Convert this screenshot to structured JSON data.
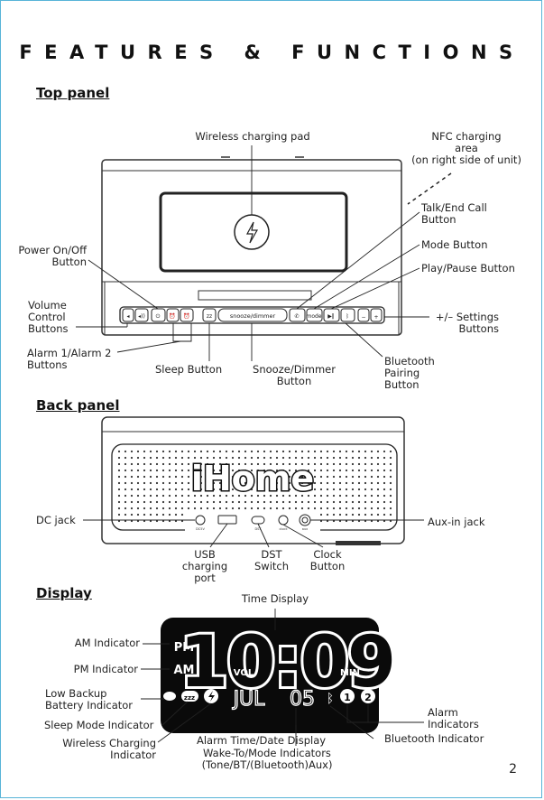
{
  "page": {
    "title": "FEATURES & FUNCTIONS",
    "page_number": "2"
  },
  "top_panel": {
    "heading": "Top panel",
    "labels": {
      "wireless_charging_pad": "Wireless charging pad",
      "nfc_line1": "NFC charging",
      "nfc_line2": "area",
      "nfc_line3": "(on right side of unit)",
      "talk_end_line1": "Talk/End Call",
      "talk_end_line2": "Button",
      "mode_button": "Mode Button",
      "play_pause": "Play/Pause Button",
      "settings_line1": "+/– Settings",
      "settings_line2": "Buttons",
      "bluetooth_line1": "Bluetooth",
      "bluetooth_line2": "Pairing",
      "bluetooth_line3": "Button",
      "snooze_line1": "Snooze/Dimmer",
      "snooze_line2": "Button",
      "sleep_button": "Sleep Button",
      "alarm_line1": "Alarm 1/Alarm 2",
      "alarm_line2": "Buttons",
      "volume_line1": "Volume",
      "volume_line2": "Control",
      "volume_line3": "Buttons",
      "power_line1": "Power On/Off",
      "power_line2": "Button",
      "snooze_bar_text": "snooze/dimmer"
    }
  },
  "back_panel": {
    "heading": "Back panel",
    "brand": "iHome",
    "labels": {
      "dc_jack": "DC jack",
      "aux_in": "Aux-in jack",
      "usb_line1": "USB",
      "usb_line2": "charging",
      "usb_line3": "port",
      "dst_line1": "DST",
      "dst_line2": "Switch",
      "clock_line1": "Clock",
      "clock_line2": "Button"
    }
  },
  "display": {
    "heading": "Display",
    "screen": {
      "time": "10:09",
      "am_pm_top": "PM",
      "am_pm_bottom": "AM",
      "vol": "VOL",
      "min": "MIN",
      "month": "JUL",
      "day": "05"
    },
    "labels": {
      "time_display": "Time Display",
      "am_indicator": "AM Indicator",
      "pm_indicator": "PM Indicator",
      "low_backup_line1": "Low Backup",
      "low_backup_line2": "Battery Indicator",
      "sleep_mode": "Sleep Mode Indicator",
      "wireless_line1": "Wireless Charging",
      "wireless_line2": "Indicator",
      "alarm_date": "Alarm Time/Date Display",
      "wake_line1": "Wake-To/Mode Indicators",
      "wake_line2": "(Tone/BT/(Bluetooth)Aux)",
      "bluetooth_indicator": "Bluetooth Indicator",
      "alarm_line1": "Alarm",
      "alarm_line2": "Indicators"
    }
  },
  "colors": {
    "frame": "#58b4d8",
    "ink": "#222222",
    "screen": "#0a0a0a"
  }
}
